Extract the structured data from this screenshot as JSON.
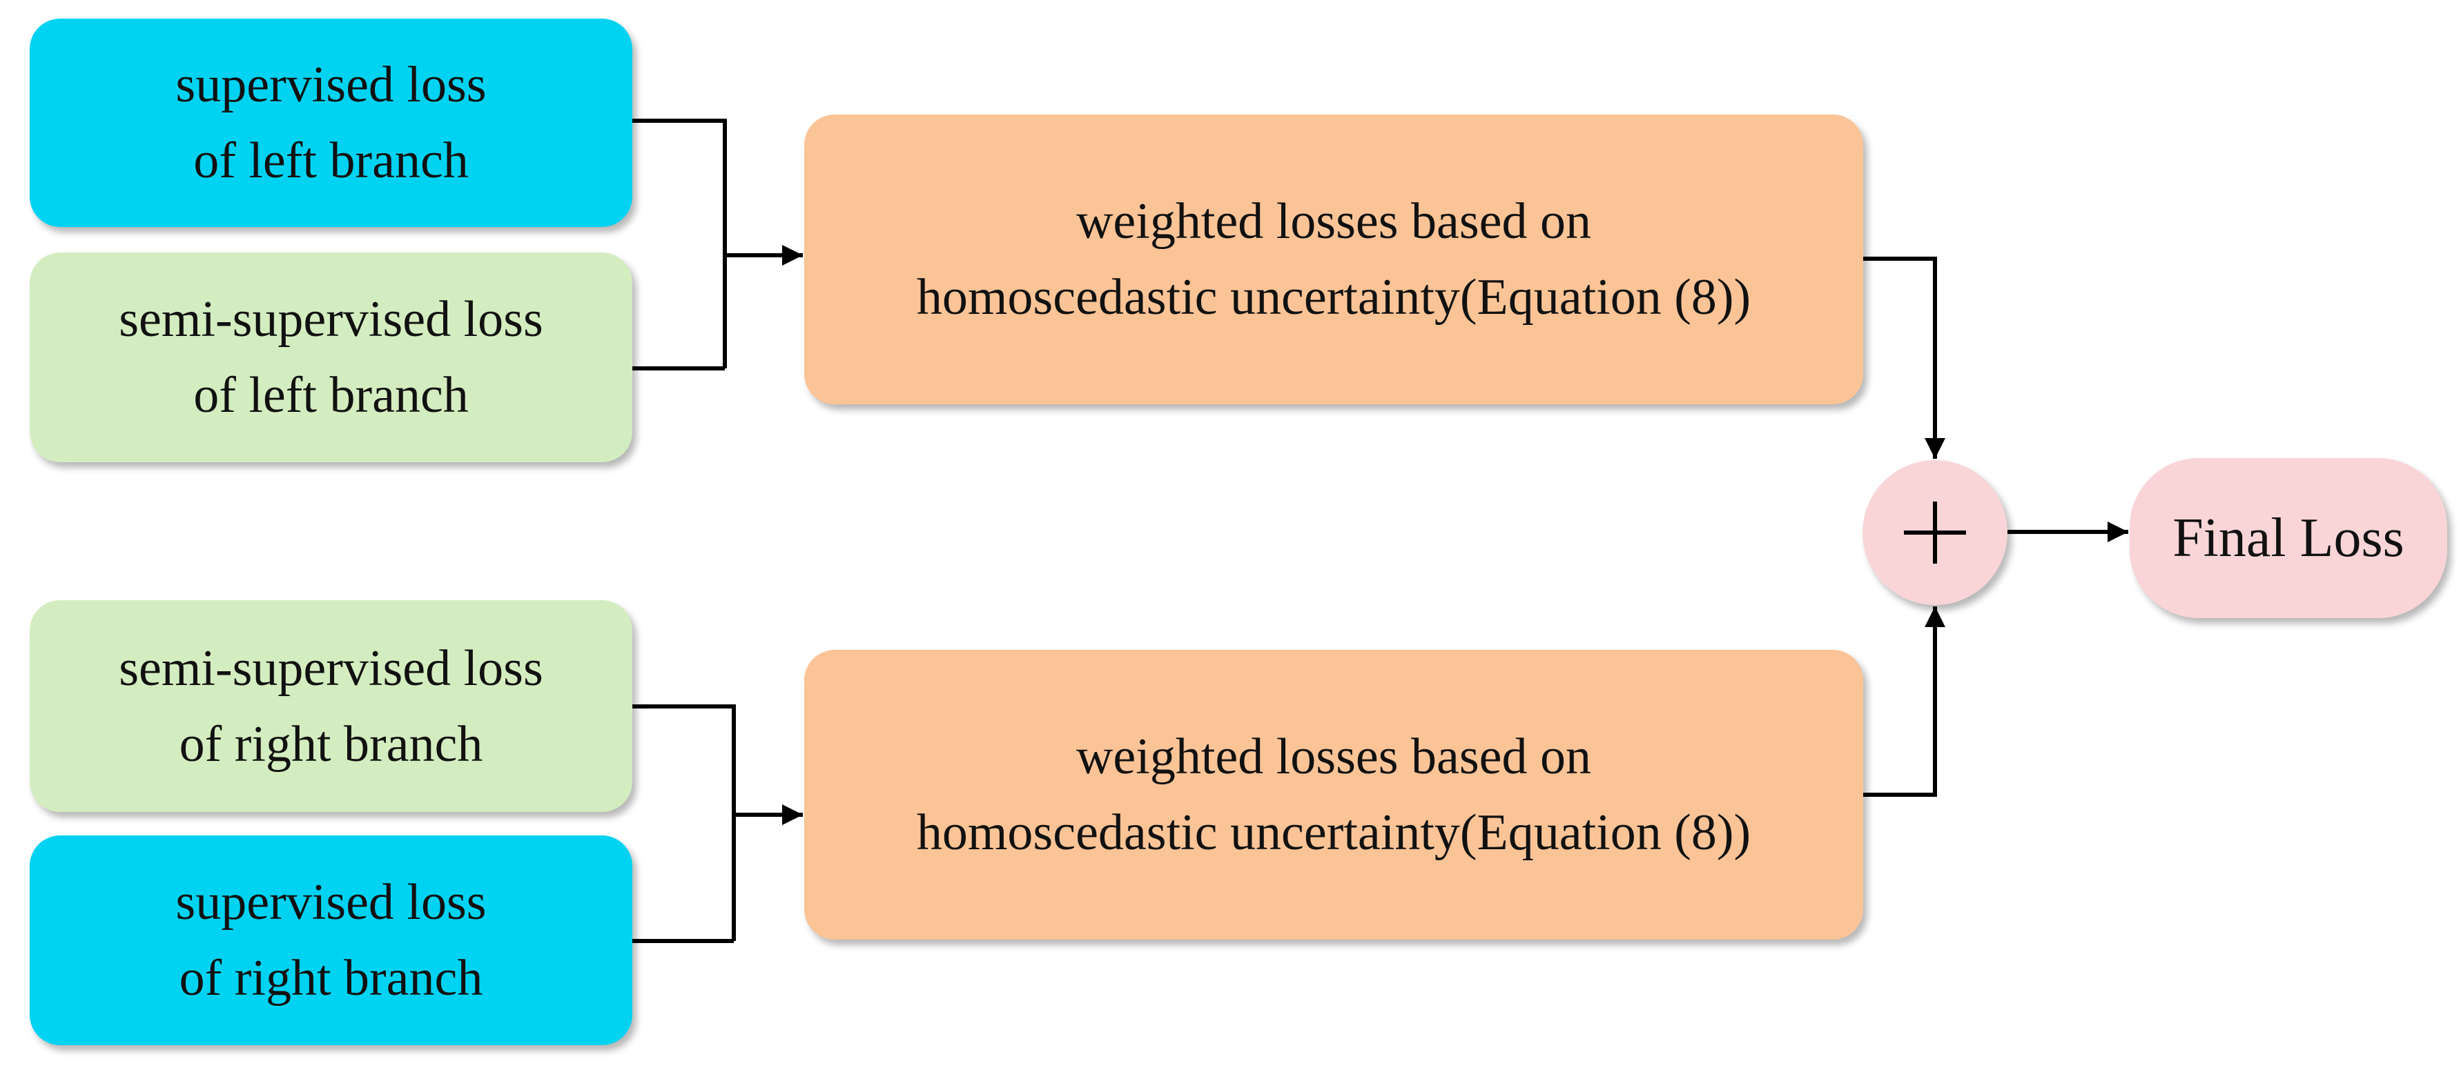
{
  "diagram": {
    "inputs": [
      {
        "lines": [
          "supervised loss",
          "of left branch"
        ],
        "color": "#00d3f2"
      },
      {
        "lines": [
          "semi-supervised loss",
          "of left branch"
        ],
        "color": "#d4edc0"
      },
      {
        "lines": [
          "semi-supervised loss",
          "of right branch"
        ],
        "color": "#d4edc0"
      },
      {
        "lines": [
          "supervised loss",
          "of right branch"
        ],
        "color": "#00d3f2"
      }
    ],
    "weighted": [
      {
        "lines": [
          "weighted losses based on",
          "homoscedastic uncertainty(Equation (8))"
        ],
        "color": "#fbc497"
      },
      {
        "lines": [
          "weighted losses based on",
          "homoscedastic uncertainty(Equation (8))"
        ],
        "color": "#fbc497"
      }
    ],
    "sum_symbol": "+",
    "output": {
      "label": "Final Loss",
      "color": "#f9d5d7"
    }
  }
}
